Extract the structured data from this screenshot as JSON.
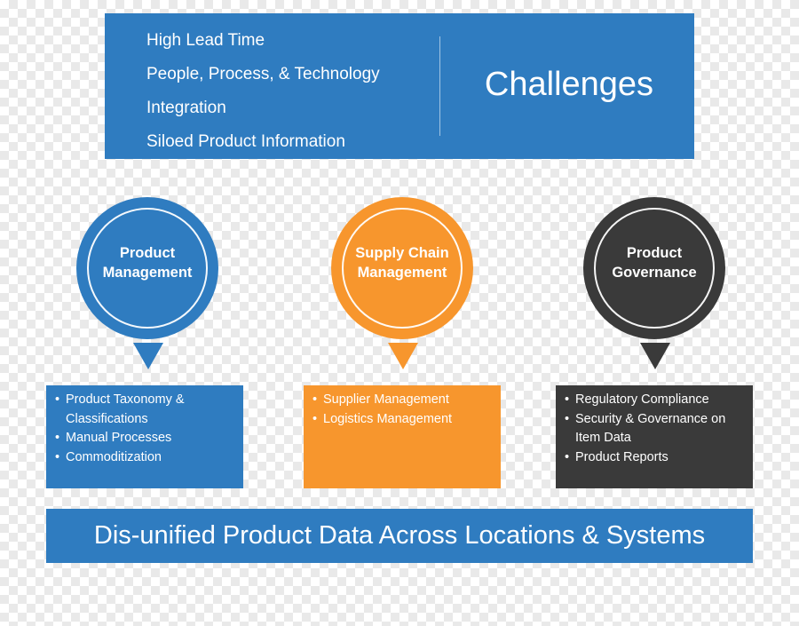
{
  "header": {
    "title": "Challenges",
    "items": [
      "High Lead Time",
      "People, Process, & Technology",
      "Integration",
      "Siloed Product Information"
    ]
  },
  "pillars": [
    {
      "title_line1": "Product",
      "title_line2": "Management",
      "color": "#2f7cc0",
      "bullets": [
        "Product Taxonomy & Classifications",
        "Manual Processes",
        "Commoditization"
      ]
    },
    {
      "title_line1": "Supply Chain",
      "title_line2": "Management",
      "color": "#f7962d",
      "bullets": [
        "Supplier Management",
        "Logistics Management"
      ]
    },
    {
      "title_line1": "Product",
      "title_line2": "Governance",
      "color": "#3a3a3a",
      "bullets": [
        "Regulatory Compliance",
        "Security & Governance on Item Data",
        "Product Reports"
      ]
    }
  ],
  "footer": {
    "text": "Dis-unified Product Data Across Locations & Systems"
  }
}
